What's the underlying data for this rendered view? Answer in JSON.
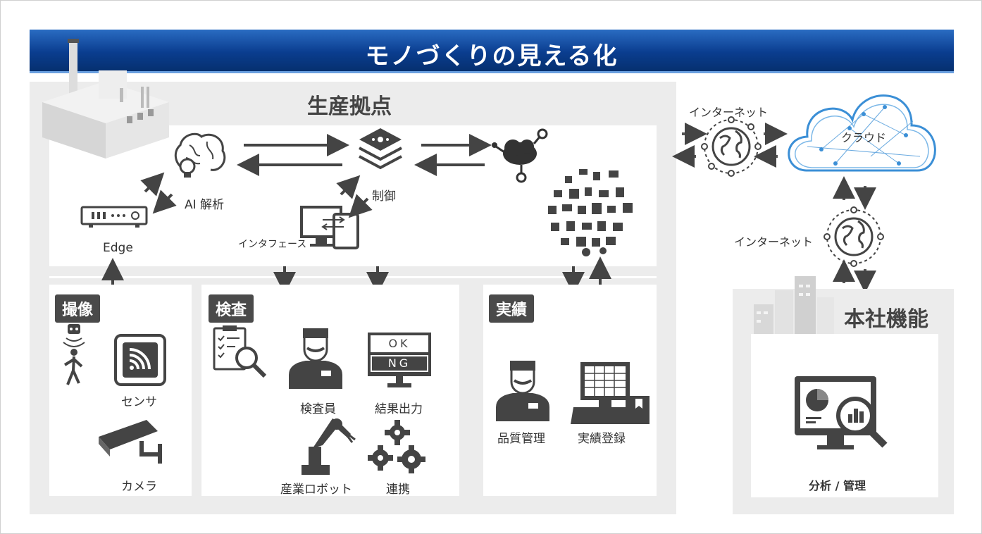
{
  "banner": {
    "title": "モノづくりの見える化"
  },
  "site": {
    "title": "生産拠点",
    "ai_label": "AI 解析",
    "control_label": "制御",
    "edge_label": "Edge",
    "interface_label": "インタフェース"
  },
  "capture": {
    "tag": "撮像",
    "sensor_label": "センサ",
    "camera_label": "カメラ"
  },
  "inspection": {
    "tag": "検査",
    "inspector_label": "検査員",
    "result_label": "結果出力",
    "robot_label": "産業ロボット",
    "link_label": "連携",
    "monitor_ok": "OK",
    "monitor_ng": "NG"
  },
  "results": {
    "tag": "実績",
    "quality_label": "品質管理",
    "record_label": "実績登録"
  },
  "network": {
    "internet_top": "インターネット",
    "internet_bottom": "インターネット",
    "cloud_label": "クラウド"
  },
  "hq": {
    "title": "本社機能",
    "analysis_label": "分析 / 管理"
  },
  "colors": {
    "banner": "#0a3d8f",
    "icon": "#4a4a4a",
    "cloud": "#3b8fd6",
    "panel": "#ececec"
  }
}
